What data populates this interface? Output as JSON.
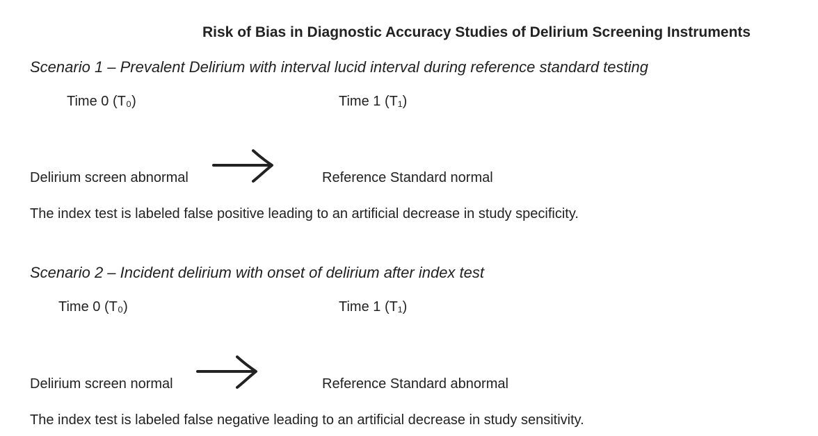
{
  "title": "Risk of Bias in Diagnostic Accuracy Studies of Delirium Screening Instruments",
  "scenarios": [
    {
      "heading": "Scenario 1 – Prevalent Delirium with interval lucid interval during reference standard testing",
      "time0": "Time 0 (T₀)",
      "time1": "Time 1 (T₁)",
      "index_result": "Delirium screen abnormal",
      "arrow": "right-arrow",
      "reference_result": "Reference Standard normal",
      "conclusion": "The index test is labeled false positive leading to an artificial decrease in study specificity."
    },
    {
      "heading": "Scenario 2 – Incident delirium with onset of delirium after index test",
      "time0": "Time 0 (T₀)",
      "time1": "Time 1 (T₁)",
      "index_result": "Delirium screen normal",
      "arrow": "right-arrow",
      "reference_result": "Reference Standard abnormal",
      "conclusion": "The index test is labeled false negative leading to an artificial decrease in study sensitivity."
    }
  ]
}
